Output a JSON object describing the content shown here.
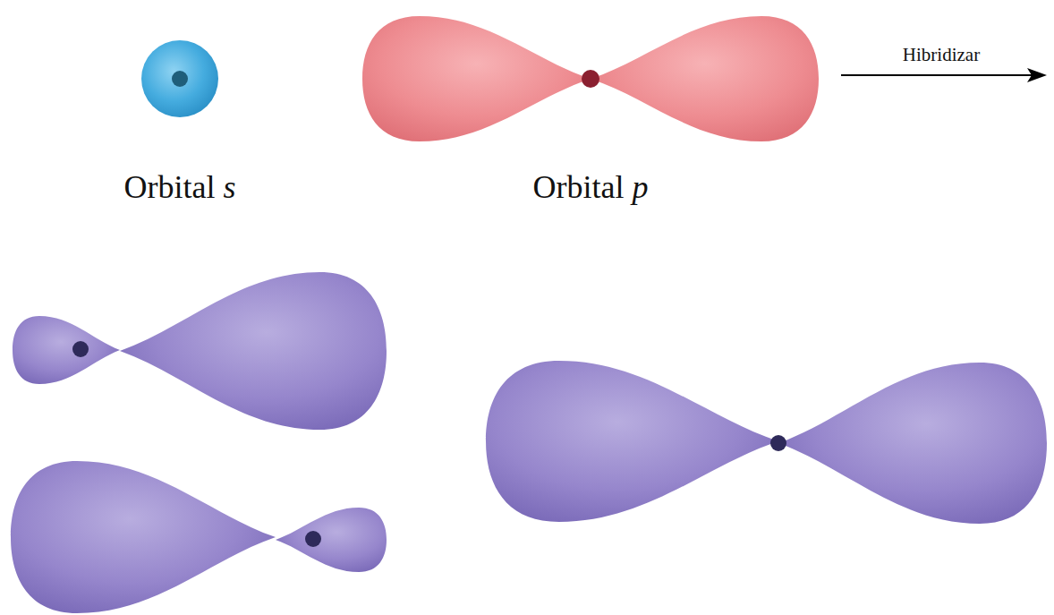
{
  "diagram": {
    "labels": [
      "Orbital s",
      "Orbital p",
      "Hibridizar"
    ]
  }
}
